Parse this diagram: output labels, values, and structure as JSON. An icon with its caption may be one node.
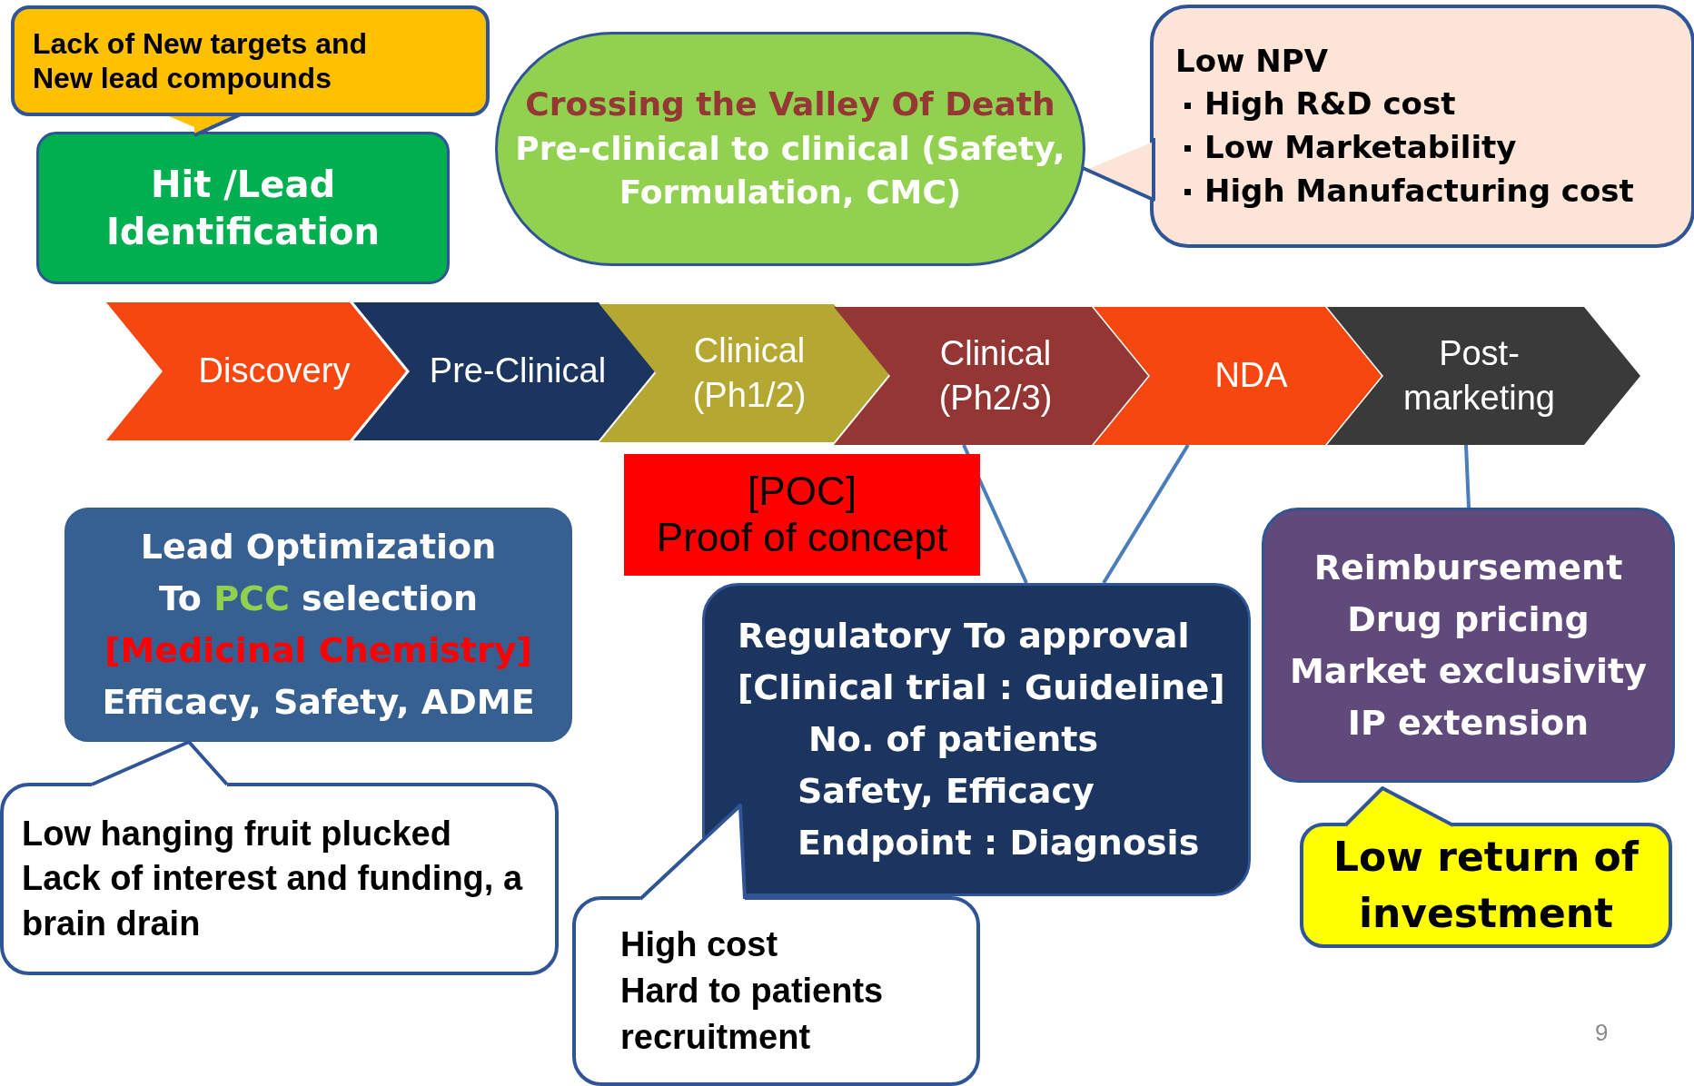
{
  "diagram": {
    "nodes": [
      {
        "text": [
          "Lack of New targets and New lead compounds"
        ]
      },
      {
        "text": [
          "Hit /Lead Identification"
        ]
      },
      {
        "text": [
          "Crossing the Valley Of Death",
          "Pre-clinical to clinical (Safety, Formulation, CMC)"
        ]
      },
      {
        "text": [
          "Low  NPV",
          "High  R&D cost",
          "Low Marketability",
          "High Manufacturing cost"
        ]
      },
      {
        "text": [
          "Discovery"
        ]
      },
      {
        "text": [
          "Pre-Clinical"
        ]
      },
      {
        "text": [
          "Clinical (Ph1/2)"
        ]
      },
      {
        "text": [
          "Clinical (Ph2/3)"
        ]
      },
      {
        "text": [
          "NDA"
        ]
      },
      {
        "text": [
          "Post- marketing"
        ]
      },
      {
        "text": [
          "[POC]",
          "Proof of concept"
        ]
      },
      {
        "text": [
          "Lead Optimization",
          "To **PCC** selection",
          "[Medicinal Chemistry]",
          "Efficacy, Safety, ADME"
        ]
      },
      {
        "text": [
          "Low hanging fruit plucked",
          "Lack of interest and funding, a brain drain"
        ]
      },
      {
        "text": [
          "Regulatory To  approval",
          "[Clinical trial : Guideline]",
          "No. of  patients",
          "Safety, Efficacy",
          "Endpoint : Diagnosis"
        ]
      },
      {
        "text": [
          "High cost",
          "Hard to patients recruitment"
        ]
      },
      {
        "text": [
          "Reimbursement",
          "Drug pricing",
          "Market exclusivity",
          "IP extension"
        ]
      },
      {
        "text": [
          "Low return of investment"
        ]
      }
    ],
    "edges": [
      {
        "from": 7,
        "to": 13,
        "arrow": "none"
      },
      {
        "from": 8,
        "to": 13,
        "arrow": "none"
      },
      {
        "from": 9,
        "to": 15,
        "arrow": "none"
      }
    ],
    "labels": [
      "9"
    ]
  }
}
